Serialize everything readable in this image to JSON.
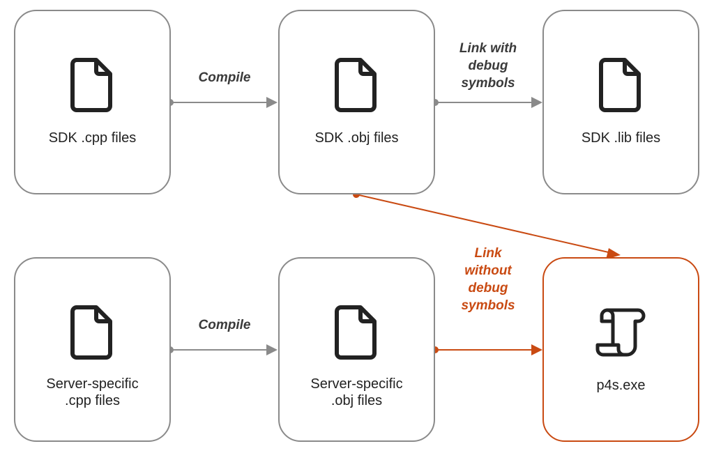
{
  "nodes": {
    "sdk_cpp": {
      "lines": [
        "SDK .cpp files"
      ],
      "icon": "file-icon"
    },
    "sdk_obj": {
      "lines": [
        "SDK .obj files"
      ],
      "icon": "file-icon"
    },
    "sdk_lib": {
      "lines": [
        "SDK .lib files"
      ],
      "icon": "file-icon"
    },
    "server_cpp": {
      "lines": [
        "Server-specific",
        ".cpp files"
      ],
      "icon": "file-icon"
    },
    "server_obj": {
      "lines": [
        "Server-specific",
        ".obj files"
      ],
      "icon": "file-icon"
    },
    "p4s_exe": {
      "lines": [
        "p4s.exe"
      ],
      "icon": "script-scroll-icon"
    }
  },
  "edges": {
    "compile_top": {
      "lines": [
        "Compile"
      ]
    },
    "link_with_debug": {
      "lines": [
        "Link with",
        "debug",
        "symbols"
      ]
    },
    "compile_bottom": {
      "lines": [
        "Compile"
      ]
    },
    "link_without_debug": {
      "lines": [
        "Link",
        "without",
        "debug",
        "symbols"
      ]
    }
  },
  "colors": {
    "gray": "#8a8a8a",
    "orange": "#c94a12",
    "icon": "#222222"
  }
}
